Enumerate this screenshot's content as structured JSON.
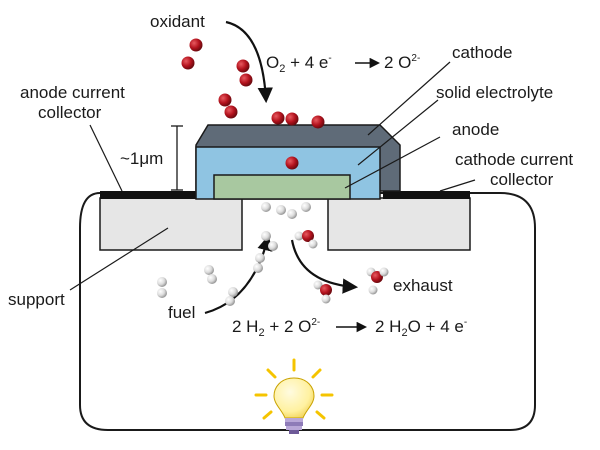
{
  "labels": {
    "oxidant": "oxidant",
    "cathode": "cathode",
    "solid_electrolyte": "solid electrolyte",
    "anode": "anode",
    "anode_current_collector_line1": "anode current",
    "anode_current_collector_line2": "collector",
    "cathode_current_collector_line1": "cathode current",
    "cathode_current_collector_line2": "collector",
    "thickness": "~1μm",
    "support": "support",
    "fuel": "fuel",
    "exhaust": "exhaust"
  },
  "equations": {
    "cathode_reaction": {
      "o": "O",
      "o_sub": "2",
      "mid": " + 4 e",
      "e_sup": "-",
      "rhs": "2 O",
      "rhs_sup": "2-"
    },
    "anode_reaction": {
      "lhs": "2 H",
      "h_sub": "2",
      "plus": " + 2 O",
      "o_sup": "2-",
      "rhs_a": "2 H",
      "rhs_sub": "2",
      "rhs_b": "O + 4 e",
      "e_sup": "-"
    }
  },
  "colors": {
    "cathode": "#5f6b78",
    "electrolyte": "#8fc4e2",
    "anode": "#a8c8a0",
    "collector": "#111111",
    "support": "#e6e6e6",
    "oxygen_atom": "#b3121d",
    "hydrogen_atom": "#e8e8e8",
    "bulb_glow": "#f5c400"
  },
  "icons": {
    "light": "light-bulb-icon"
  }
}
